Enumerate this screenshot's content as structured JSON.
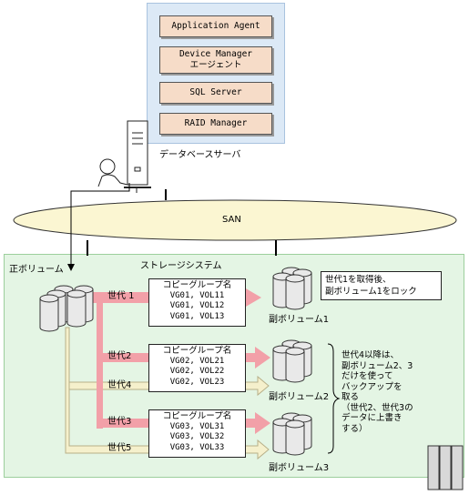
{
  "server": {
    "caption": "データベースサーバ",
    "software": [
      {
        "lines": [
          "Application Agent"
        ]
      },
      {
        "lines": [
          "Device Manager",
          "エージェント"
        ]
      },
      {
        "lines": [
          "SQL Server"
        ]
      },
      {
        "lines": [
          "RAID Manager"
        ]
      }
    ]
  },
  "san_label": "SAN",
  "storage": {
    "title": "ストレージシステム",
    "primary_label": "正ボリューム",
    "generations": [
      "世代 1",
      "世代2",
      "世代4",
      "世代3",
      "世代5"
    ],
    "copy_groups": [
      {
        "title": "コピーグループ名",
        "vols": [
          "VG01, VOL11",
          "VG01, VOL12",
          "VG01, VOL13"
        ],
        "secondary": "副ボリューム1"
      },
      {
        "title": "コピーグループ名",
        "vols": [
          "VG02, VOL21",
          "VG02, VOL22",
          "VG02, VOL23"
        ],
        "secondary": "副ボリューム2"
      },
      {
        "title": "コピーグループ名",
        "vols": [
          "VG03, VOL31",
          "VG03, VOL32",
          "VG03, VOL33"
        ],
        "secondary": "副ボリューム3"
      }
    ],
    "note1": [
      "世代1を取得後、",
      "副ボリューム1をロック"
    ],
    "note2": [
      "世代4以降は、",
      "副ボリューム2、3",
      "だけを使って",
      "バックアップを",
      "取る",
      "（世代2、世代3の",
      "データに上書き",
      "する）"
    ]
  },
  "colors": {
    "server_panel": "#dce9f6",
    "software_box": "#f6dcc8",
    "storage_area": "#e4f5e4",
    "san": "#fbf6d2",
    "active_arrow": "#f2a0a8",
    "inactive_arrow": "#f5f0cc"
  }
}
